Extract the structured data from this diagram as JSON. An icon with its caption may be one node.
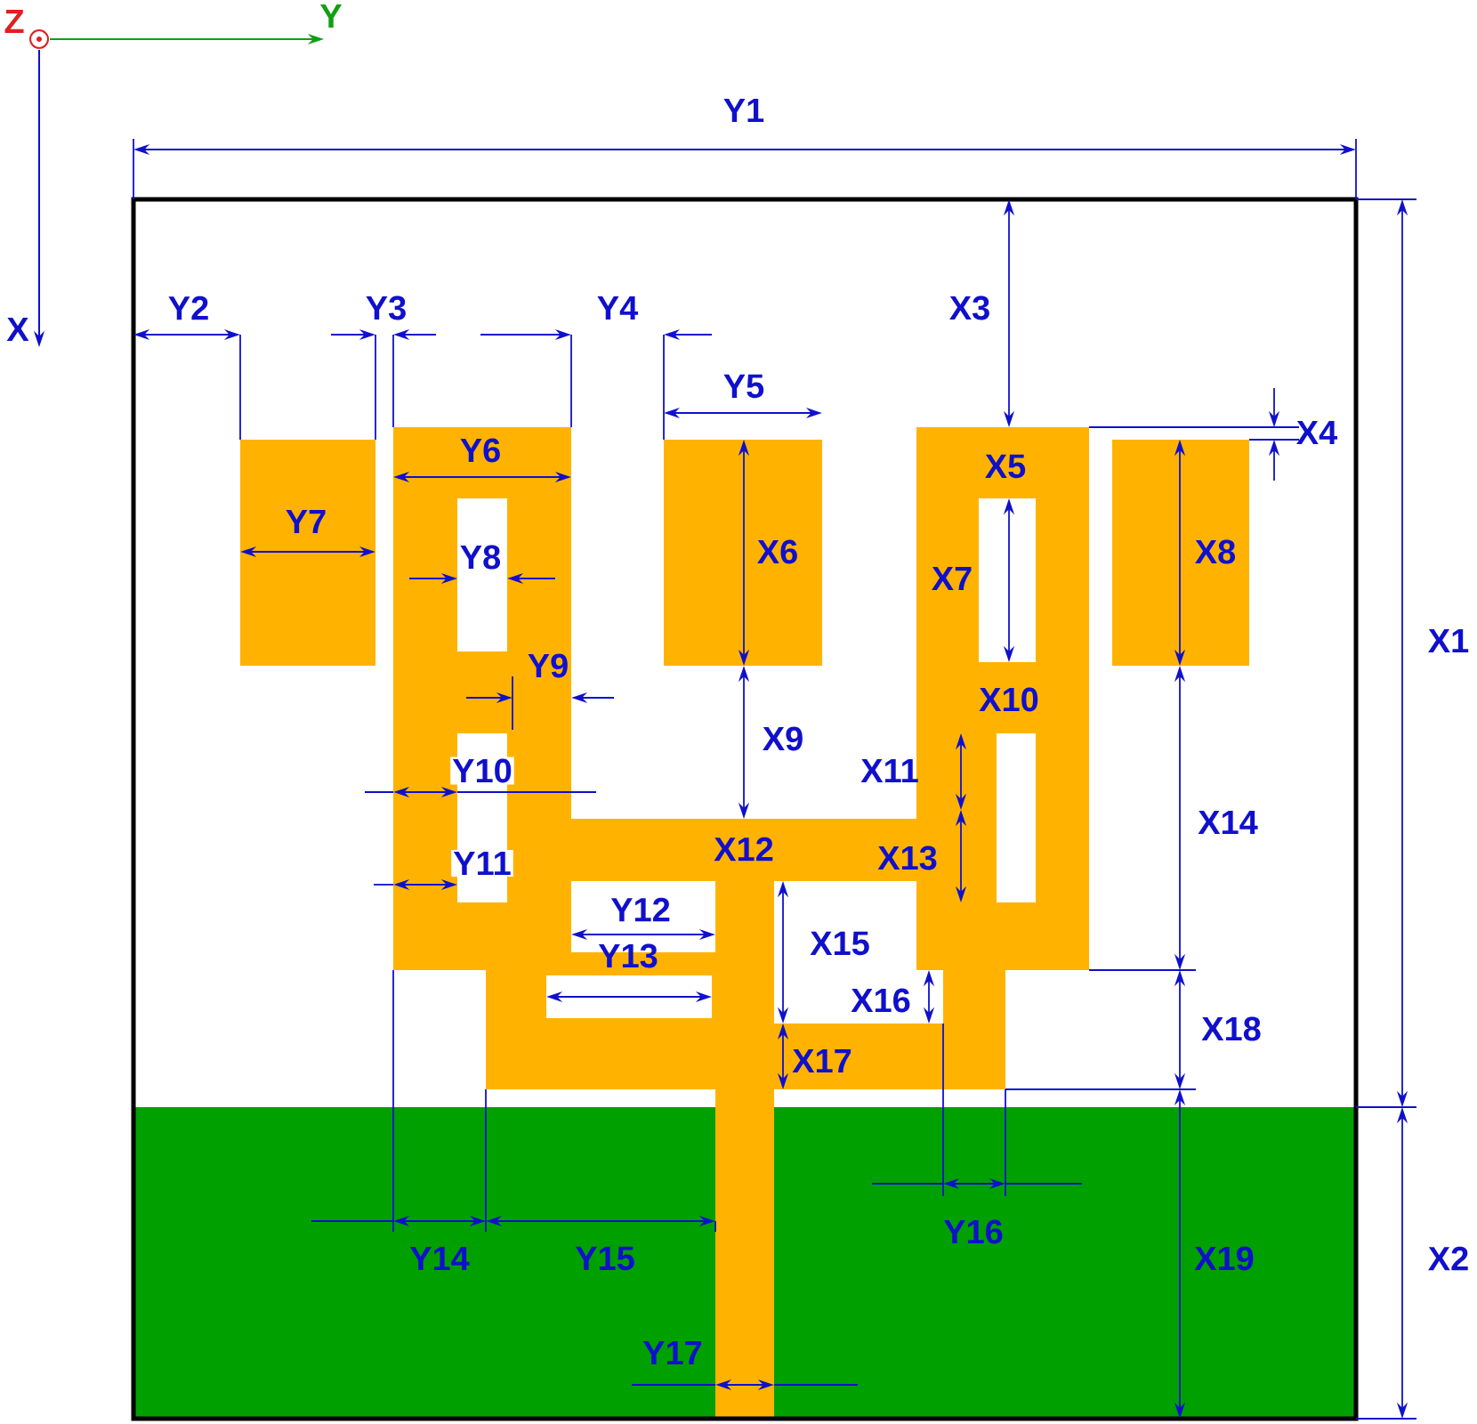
{
  "diagram": {
    "labels": [
      "Z",
      "Y",
      "Y1",
      "Y2",
      "Y3",
      "Y4",
      "X",
      "X3",
      "Y5",
      "X4",
      "Y6",
      "X5",
      "Y7",
      "Y8",
      "X6",
      "X7",
      "X8",
      "X1",
      "Y9",
      "X10",
      "Y10",
      "X9",
      "X11",
      "X14",
      "Y11",
      "X12",
      "X13",
      "Y12",
      "X15",
      "X16",
      "Y13",
      "X18",
      "X17",
      "Y14",
      "Y15",
      "Y16",
      "X19",
      "X2",
      "Y17"
    ]
  }
}
